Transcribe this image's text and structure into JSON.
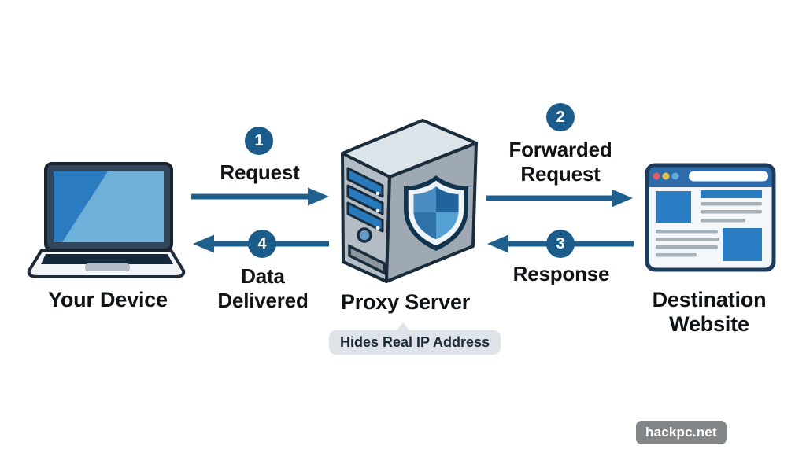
{
  "nodes": {
    "device": {
      "label": "Your Device"
    },
    "proxy": {
      "label": "Proxy Server",
      "tooltip": "Hides Real IP Address"
    },
    "destination": {
      "label": "Destination Website"
    }
  },
  "flows": [
    {
      "number": "1",
      "label": "Request",
      "direction": "right",
      "from": "Your Device",
      "to": "Proxy Server"
    },
    {
      "number": "2",
      "label": "Forwarded Request",
      "direction": "right",
      "from": "Proxy Server",
      "to": "Destination Website"
    },
    {
      "number": "3",
      "label": "Response",
      "direction": "left",
      "from": "Destination Website",
      "to": "Proxy Server"
    },
    {
      "number": "4",
      "label": "Data Delivered",
      "direction": "left",
      "from": "Proxy Server",
      "to": "Your Device"
    }
  ],
  "watermark": {
    "label": "hackpc.net"
  },
  "icons": {
    "device": "laptop-icon",
    "proxy": "server-with-shield-icon",
    "destination": "browser-window-icon"
  },
  "colors": {
    "background": "#ffffff",
    "arrow_blue": "#1f608e",
    "badge_blue": "#1b5c8b",
    "text": "#0e1317",
    "screen_blue": "#2b7bc0",
    "accent_blue": "#2a7cc3",
    "tooltip_bg": "#dde3e9",
    "watermark_bg": "#7b8083"
  }
}
